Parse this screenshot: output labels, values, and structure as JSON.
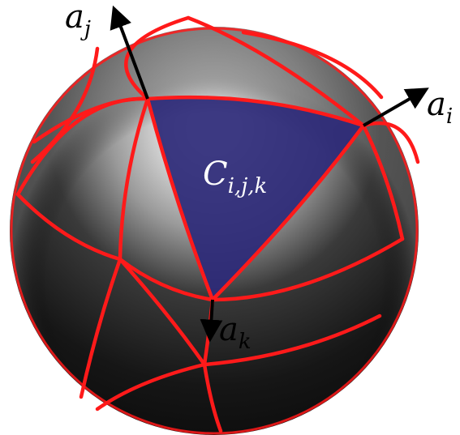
{
  "labels": {
    "a_i": {
      "base": "a",
      "sub": "i"
    },
    "a_j": {
      "base": "a",
      "sub": "j"
    },
    "a_k": {
      "base": "a",
      "sub": "k"
    },
    "cell": {
      "base": "C",
      "sub": "i,j,k"
    }
  },
  "colors": {
    "arc": "#ff1a1a",
    "cell_fill": "#2d2a78",
    "cell_edge": "#7a1e78",
    "arrow": "#000000",
    "cell_label": "#ffffff"
  }
}
